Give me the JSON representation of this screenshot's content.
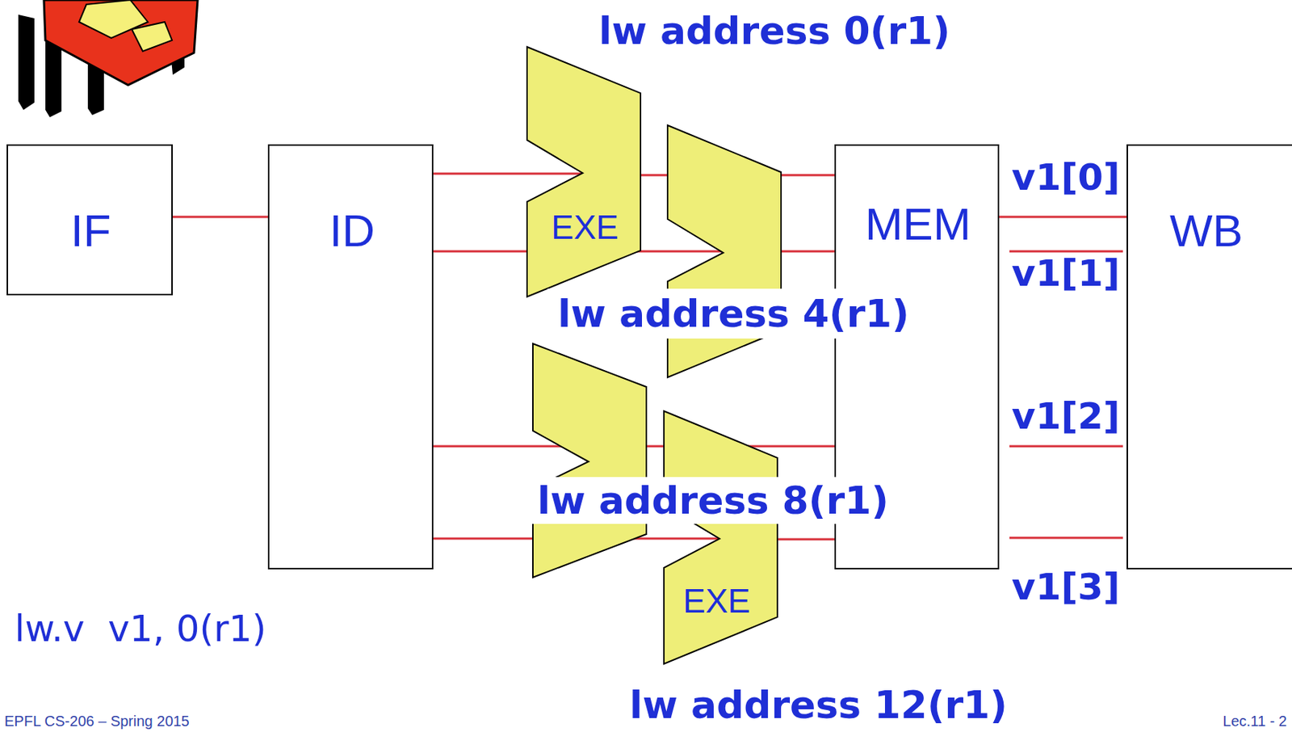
{
  "diagram": {
    "nodes": [
      {
        "text": [
          "IF"
        ]
      },
      {
        "text": [
          "ID"
        ]
      },
      {
        "text": [
          "EXE"
        ]
      },
      {
        "text": [
          "EXE"
        ]
      },
      {
        "text": [
          "MEM"
        ]
      },
      {
        "text": [
          "WB"
        ]
      }
    ],
    "edges": [
      {
        "from": 0,
        "to": 1,
        "arrow": "none"
      },
      {
        "from": 1,
        "to": 2,
        "arrow": "none"
      },
      {
        "from": 2,
        "to": 4,
        "arrow": "none"
      },
      {
        "from": 1,
        "to": 3,
        "arrow": "none"
      },
      {
        "from": 3,
        "to": 4,
        "arrow": "none"
      },
      {
        "from": 4,
        "to": 5,
        "arrow": "none"
      }
    ],
    "labels": [
      "lw address 0(r1)",
      "lw address 4(r1)",
      "lw address 8(r1)",
      "lw address 12(r1)",
      "v1[0]",
      "v1[1]",
      "v1[2]",
      "v1[3]",
      "lw.v  v1, 0(r1)",
      "EPFL CS-206 – Spring 2015",
      "Lec.11 - 2"
    ]
  }
}
